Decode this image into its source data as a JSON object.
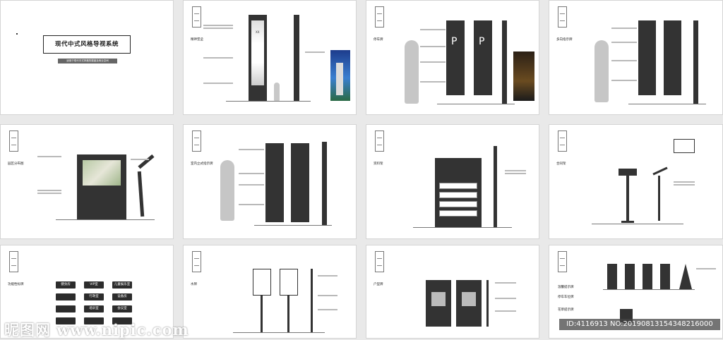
{
  "cover": {
    "title": "现代中式风格导视系统",
    "subtitle": "适用于现代中式风格的楼盘及商业空间"
  },
  "panels": {
    "spirit_fortress": {
      "label": "精神堡垒",
      "glyph": "XX"
    },
    "parking_sign": {
      "label": "停车牌"
    },
    "directional_sign": {
      "label": "多向指示牌"
    },
    "site_map": {
      "label": "园区分布图"
    },
    "indoor_directory": {
      "label": "室内立式指示牌"
    },
    "info_rack": {
      "label": "资料架"
    },
    "contract_stand": {
      "label": "合同架"
    },
    "function_signs": {
      "label": "功能性标牌"
    },
    "water_sign": {
      "label": "水牌"
    },
    "product_sign": {
      "label": "户型牌"
    },
    "warm_sign": {
      "label": "温馨提示牌"
    },
    "parking_spot": {
      "label": "停车车位牌"
    },
    "flower_sign": {
      "label": "花草提示牌"
    }
  },
  "function_pills": [
    "健身房",
    "VIP室",
    "儿童娱乐室",
    "",
    "行政室",
    "设备房",
    "",
    "培训室",
    "会议室",
    "",
    "",
    ""
  ],
  "parking_glyph": "P",
  "watermark": {
    "site": "昵图网 www.nipic.com",
    "id": "ID:4116913 NO:20190813154348216000"
  },
  "colors": {
    "sign_dark": "#2b2b2b",
    "panel_bg": "#ffffff",
    "page_bg": "#e9e9e9"
  }
}
